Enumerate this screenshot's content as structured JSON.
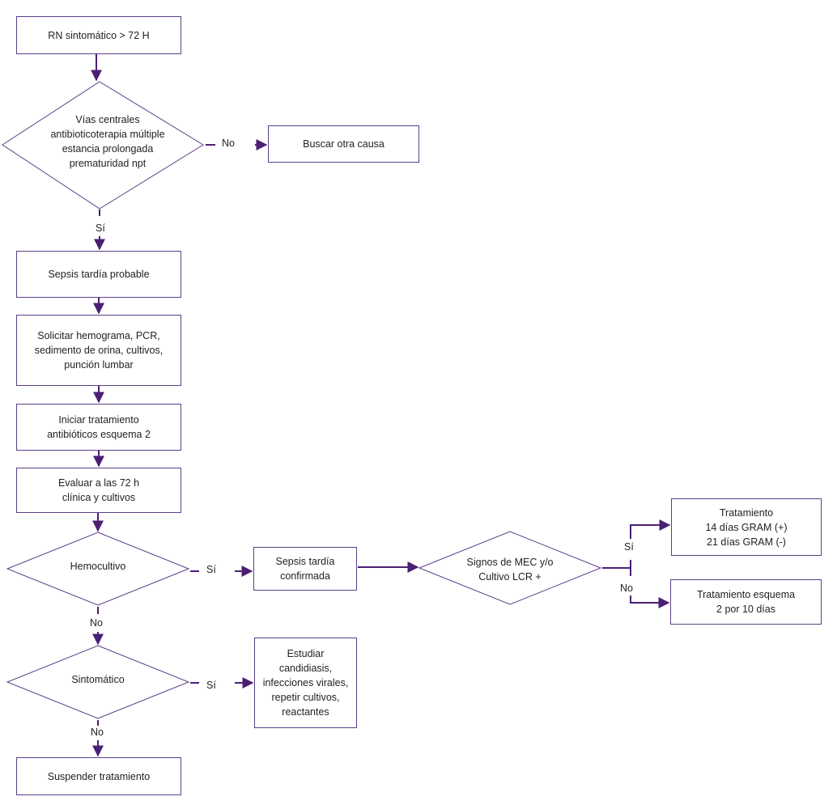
{
  "nodes": {
    "rn_sintomatico": "RN sintomático > 72 H",
    "factores_riesgo": "Vías centrales\nantibioticoterapia múltiple\nestancia prolongada\nprematuridad npt",
    "buscar_otra_causa": "Buscar otra causa",
    "sepsis_probable": "Sepsis tardía probable",
    "solicitar_examenes": "Solicitar hemograma, PCR,\nsedimento de orina, cultivos,\npunción lumbar",
    "iniciar_tratamiento": "Iniciar tratamiento\nantibióticos esquema 2",
    "evaluar_72h": "Evaluar a las 72 h\nclínica y cultivos",
    "hemocultivo": "Hemocultivo",
    "sepsis_confirmada": "Sepsis tardía\nconfirmada",
    "signos_mec": "Signos de MEC y/o\nCultivo LCR +",
    "tratamiento_gram": "Tratamiento\n14 días GRAM (+)\n21 días GRAM (-)",
    "tratamiento_esquema": "Tratamiento esquema\n2 por 10 días",
    "sintomatico": "Sintomático",
    "estudiar": "Estudiar\ncandidiasis,\ninfecciones virales,\nrepetir cultivos,\nreactantes",
    "suspender": "Suspender tratamiento"
  },
  "edge_labels": {
    "factores_no": "No",
    "factores_si": "Sí",
    "hemocultivo_si": "Sí",
    "hemocultivo_no": "No",
    "signos_si": "Sí",
    "signos_no": "No",
    "sintomatico_si": "Sí",
    "sintomatico_no": "No"
  },
  "colors": {
    "line": "#4b1f74",
    "border": "#5b3f86"
  }
}
